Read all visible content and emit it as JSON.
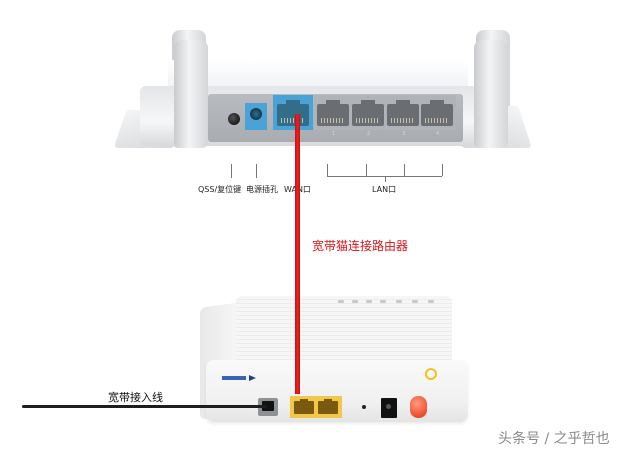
{
  "router": {
    "port_labels": {
      "reset": "QSS/复位键",
      "power": "电源插孔",
      "wan": "WAN口",
      "lan": "LAN口"
    },
    "lan_port_numbers": [
      "1",
      "2",
      "3",
      "4"
    ],
    "wan_port_color": "#4aa3d6"
  },
  "connection": {
    "label": "宽带猫连接路由器",
    "cable_color": "#e01818"
  },
  "modem": {
    "led_count": 7,
    "lan_port_color": "#f2c84b",
    "fiber_plug_color": "#f05a3a"
  },
  "incoming_line": {
    "label": "宽带接入线"
  },
  "watermark": {
    "text": "头条号 / 之乎哲也"
  }
}
